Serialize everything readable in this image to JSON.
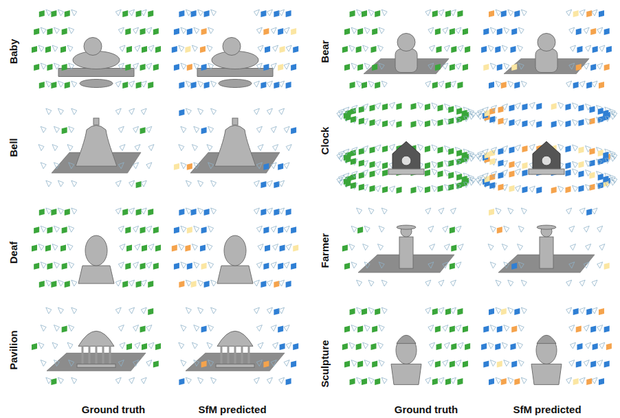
{
  "diagram": {
    "labels": [
      "Baby",
      "Bear",
      "Bell",
      "Clock",
      "Deaf",
      "Farmer",
      "Pavilion",
      "Sculpture",
      "Ground truth",
      "SfM predicted",
      "Ground truth",
      "SfM predicted"
    ]
  }
}
